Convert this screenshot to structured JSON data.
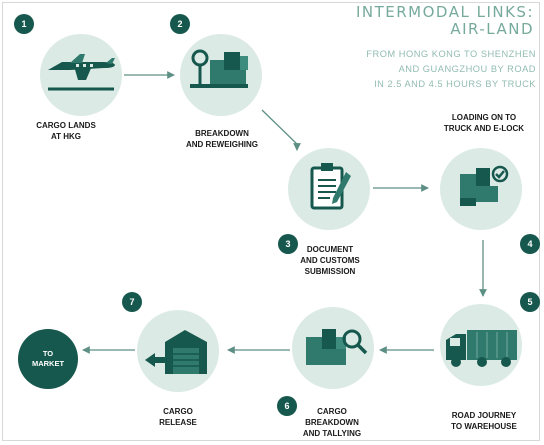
{
  "header": {
    "title_lines": [
      "INTERMODAL LINKS:",
      "AIR-LAND"
    ],
    "subtitle_lines": [
      "FROM HONG KONG TO SHENZHEN",
      "AND GUANGZHOU BY ROAD",
      "IN 2.5 AND 4.5 HOURS BY TRUCK"
    ]
  },
  "steps": [
    {
      "number": "1",
      "label_lines": [
        "CARGO LANDS",
        "AT HKG"
      ],
      "icon": "airplane-icon"
    },
    {
      "number": "2",
      "label_lines": [
        "BREAKDOWN",
        "AND REWEIGHING"
      ],
      "icon": "scale-boxes-icon"
    },
    {
      "number": "3",
      "label_lines": [
        "DOCUMENT",
        "AND CUSTOMS",
        "SUBMISSION"
      ],
      "icon": "clipboard-pen-icon"
    },
    {
      "number": "4",
      "label_lines": [
        "LOADING ON TO",
        "TRUCK AND E-LOCK"
      ],
      "icon": "boxes-check-icon"
    },
    {
      "number": "5",
      "label_lines": [
        "ROAD JOURNEY",
        "TO WAREHOUSE"
      ],
      "icon": "truck-icon"
    },
    {
      "number": "6",
      "label_lines": [
        "CARGO",
        "BREAKDOWN",
        "AND TALLYING"
      ],
      "icon": "boxes-magnifier-icon"
    },
    {
      "number": "7",
      "label_lines": [
        "CARGO",
        "RELEASE"
      ],
      "icon": "warehouse-exit-icon"
    }
  ],
  "end": {
    "label_lines": [
      "TO",
      "MARKET"
    ]
  },
  "colors": {
    "dark": "#16584d",
    "mid": "#2f7a6c",
    "light": "#dbeae4",
    "arrow": "#5d8f84",
    "title": "#76aa9c"
  }
}
